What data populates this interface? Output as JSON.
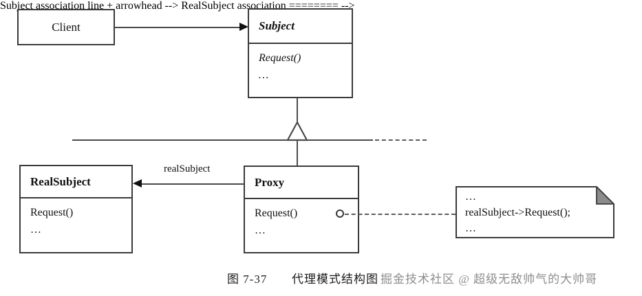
{
  "diagram": {
    "title": "Proxy Pattern Structure (UML Class Diagram)",
    "colors": {
      "stroke": "#3a3a3a",
      "line": "#4a4a4a",
      "text": "#101010",
      "fold_fill": "#8c8c8c",
      "background": "#ffffff",
      "watermark": "#8d8d8d"
    },
    "classes": {
      "client": {
        "name": "Client",
        "style": "plain",
        "has_members": false
      },
      "subject": {
        "name": "Subject",
        "style": "abstract-italic-bold",
        "members": [
          "Request()",
          "…"
        ]
      },
      "real_subject": {
        "name": "RealSubject",
        "style": "bold",
        "members": [
          "Request()",
          "…"
        ]
      },
      "proxy": {
        "name": "Proxy",
        "style": "bold",
        "members": [
          "Request()",
          "…"
        ]
      }
    },
    "edges": {
      "client_to_subject": {
        "kind": "association-arrow",
        "label": ""
      },
      "proxy_to_real_subject": {
        "kind": "association-arrow",
        "label": "realSubject"
      },
      "generalization": {
        "kind": "generalization-triangle",
        "from": "Proxy",
        "to": "Subject"
      },
      "proxy_note_link": {
        "kind": "dashed-lollipop",
        "label": ""
      }
    },
    "note": {
      "lines": [
        "…",
        "realSubject->Request();",
        "…"
      ],
      "dog_ear": true
    },
    "caption": {
      "figure_number": "图 7-37",
      "figure_title": "代理模式结构图"
    },
    "watermark": {
      "text": "掘金技术社区 @ 超级无敌帅气的大帅哥"
    }
  }
}
